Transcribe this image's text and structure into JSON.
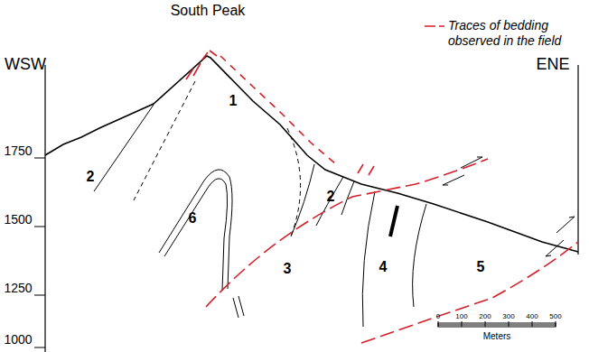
{
  "diagram": {
    "labels": [
      "South Peak",
      "WSW",
      "ENE",
      "1750",
      "1500",
      "1250",
      "1000",
      "2",
      "1",
      "6",
      "2",
      "3",
      "4",
      "5",
      "0",
      "100",
      "200",
      "300",
      "400",
      "500",
      "Meters"
    ],
    "legend": [
      {
        "text": "Traces of bedding observed in the field"
      }
    ]
  }
}
